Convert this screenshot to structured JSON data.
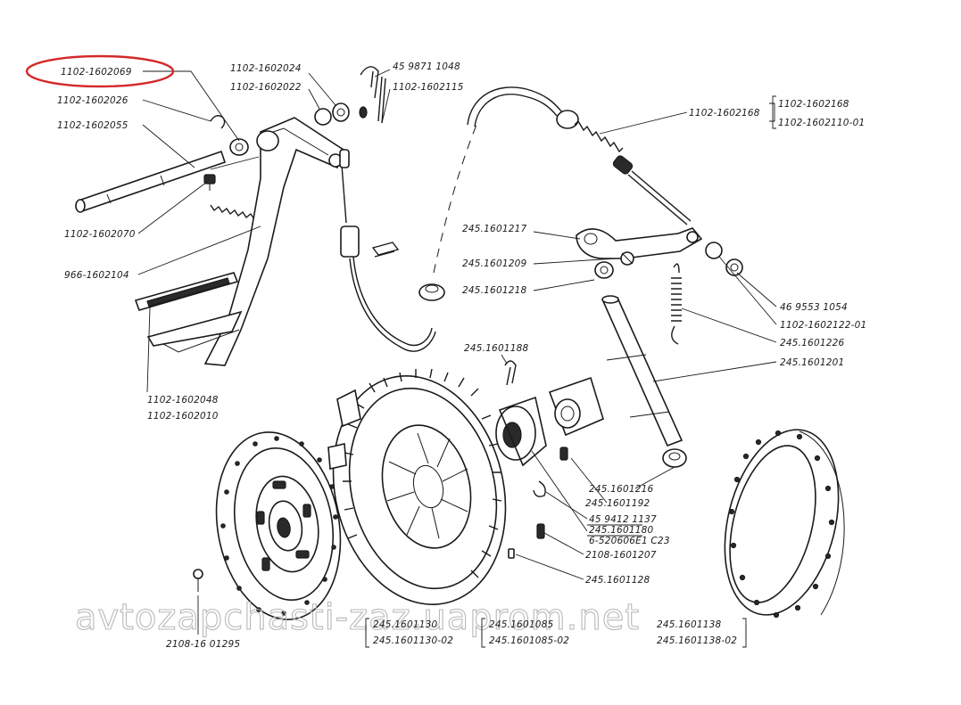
{
  "labels": {
    "l_1102_1602069": "1102-1602069",
    "l_1102_1602026": "1102-1602026",
    "l_1102_1602055": "1102-1602055",
    "l_1102_1602070": "1102-1602070",
    "l_966_1602104": "966-1602104",
    "l_1102_1602048": "1102-1602048",
    "l_1102_1602010": "1102-1602010",
    "l_1102_1602024": "1102-1602024",
    "l_1102_1602022": "1102-1602022",
    "l_45_9871_1048": "45 9871 1048",
    "l_1102_1602115": "1102-1602115",
    "l_1102_1602168a": "1102-1602168",
    "l_1102_1602168b": "1102-1602168",
    "l_1102_1602110_01": "1102-1602110-01",
    "l_245_1601217": "245.1601217",
    "l_245_1601209": "245.1601209",
    "l_245_1601218": "245.1601218",
    "l_46_9553_1054": "46 9553 1054",
    "l_1102_1602122_01": "1102-1602122-01",
    "l_245_1601226": "245.1601226",
    "l_245_1601201": "245.1601201",
    "l_245_1601188": "245.1601188",
    "l_245_1601216": "245.1601216",
    "l_245_1601192": "245.1601192",
    "l_45_9412_1137": "45 9412 1137",
    "l_245_1601180": "245.1601180",
    "l_6_520606": "6-520606Е1 С23",
    "l_2108_1601207": "2108-1601207",
    "l_245_1601128": "245.1601128",
    "l_2108_16_01295": "2108-16 01295",
    "l_245_1601130": "245.1601130",
    "l_245_1601130_02": "245.1601130-02",
    "l_245_1601085": "245.1601085",
    "l_245_1601085_02": "245.1601085-02",
    "l_245_1601138": "245.1601138",
    "l_245_1601138_02": "245.1601138-02"
  },
  "watermark": "avtozapchasti-zaz.uaprom.net",
  "highlight_color": "#d42a2a"
}
